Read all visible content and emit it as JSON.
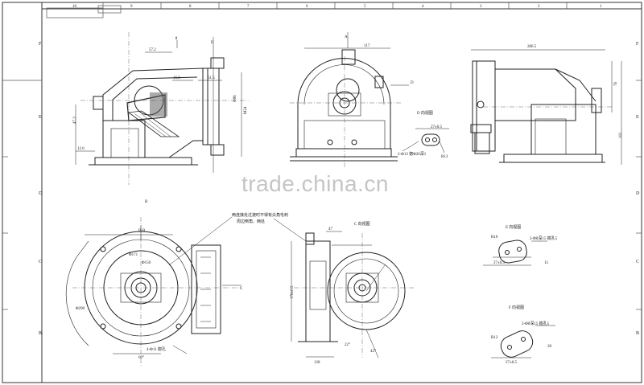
{
  "watermark": "trade.china.cn",
  "border": {
    "top_numbers": [
      "10",
      "9",
      "8",
      "7",
      "6",
      "5",
      "4",
      "3",
      "2",
      "1"
    ],
    "side_letters": [
      "F",
      "E",
      "D",
      "C",
      "B"
    ]
  },
  "views": {
    "front": {
      "label": "Ⅱ",
      "arrow_top": "E",
      "arrow_bottom": "B",
      "dims": [
        "57.2",
        "16.8",
        "51.5",
        "Φ86",
        "M24",
        "47.3",
        "12.6"
      ]
    },
    "side": {
      "arrow_top": "A",
      "arrow_right": "D",
      "dims": [
        "117"
      ]
    },
    "top_right": {
      "dims": [
        "286.5",
        "76",
        "101"
      ]
    },
    "d_view": {
      "title": "D 向视图",
      "dims": [
        "27±0.5",
        "2-Φ13 锪Φ26深1",
        "R13"
      ]
    },
    "bottom_left": {
      "label": "B-B",
      "arrow": "C",
      "dims": [
        "Φ150",
        "Φ171",
        "Φ290",
        "4-Φ11 锪孔",
        "60°"
      ]
    },
    "bottom_center": {
      "title": "C 向视图",
      "note_lines": [
        "两连接处过渡时不得有尖角毛刺",
        "周边倒角、两处"
      ],
      "dims": [
        "47",
        "176±0.5",
        "128",
        "22°",
        "42°"
      ]
    },
    "e_view": {
      "title": "E 向视图",
      "dims": [
        "R10",
        "2-Φ8深15 锪孔5",
        "27±0.5",
        "15"
      ]
    },
    "f_view": {
      "title": "F 向视图",
      "dims": [
        "R12",
        "2-Φ8深15 锪孔5",
        "28",
        "27±0.5"
      ]
    }
  }
}
